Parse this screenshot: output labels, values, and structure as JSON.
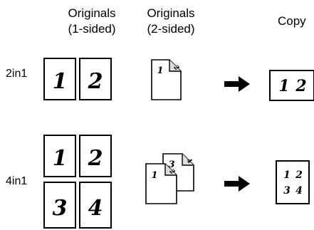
{
  "headers": {
    "originals_1sided": {
      "line1": "Originals",
      "line2": "(1-sided)"
    },
    "originals_2sided": {
      "line1": "Originals",
      "line2": "(2-sided)"
    },
    "copy": "Copy"
  },
  "rows": [
    {
      "label": "2in1",
      "pages": [
        "1",
        "2"
      ]
    },
    {
      "label": "4in1",
      "pages": [
        "1",
        "2",
        "3",
        "4"
      ]
    }
  ],
  "icons": {
    "arrow": "right-arrow-icon",
    "document": "document-folded-corner-icon"
  }
}
